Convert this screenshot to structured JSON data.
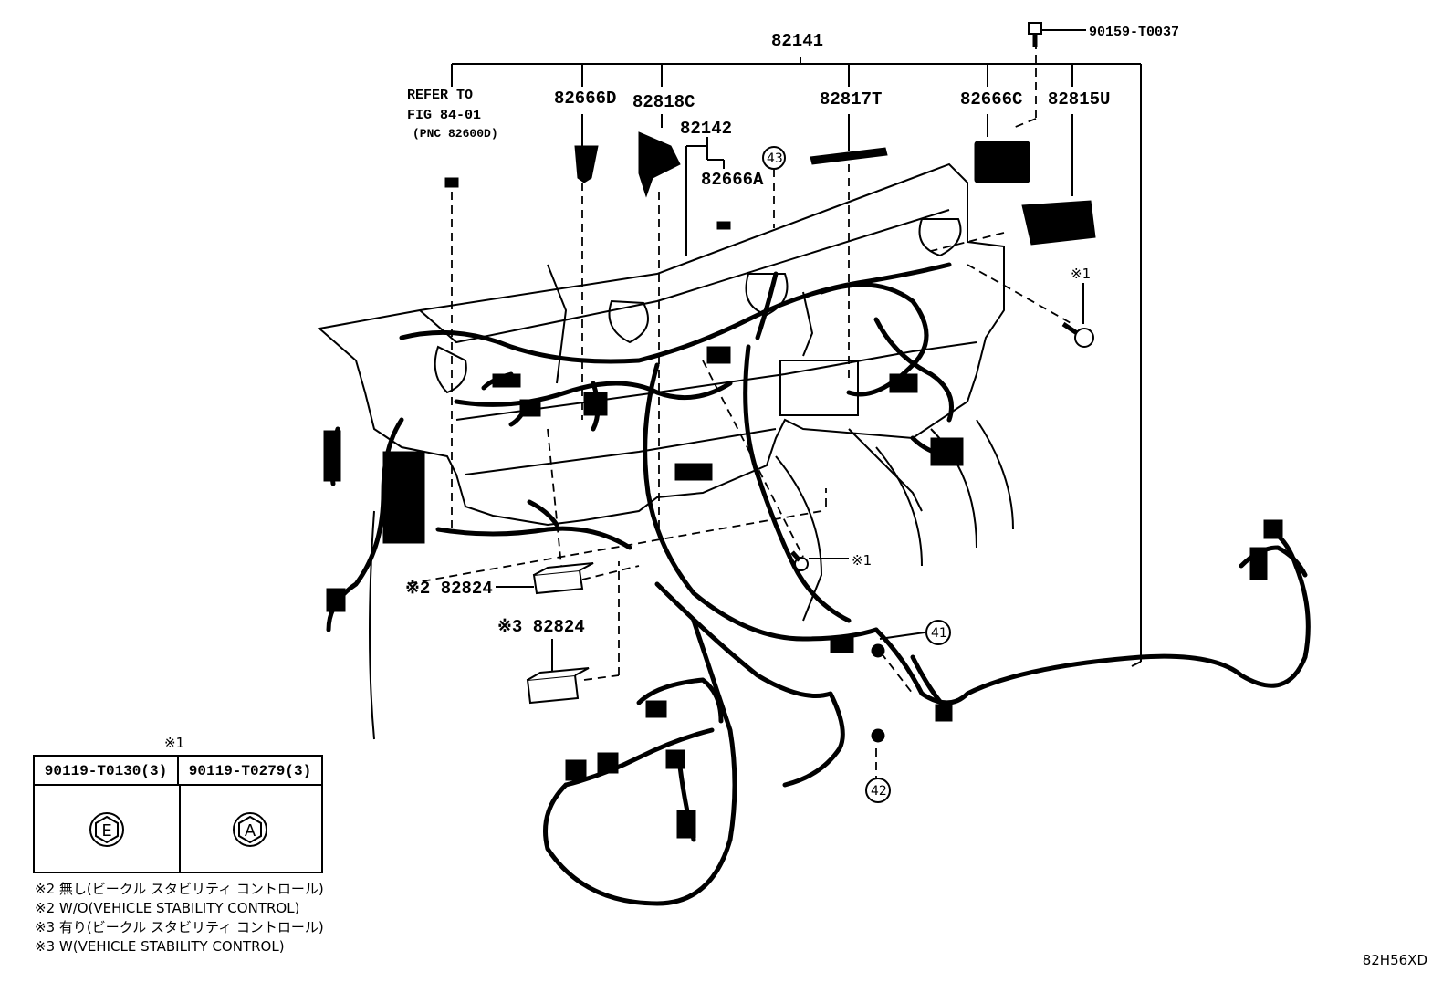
{
  "parts": {
    "assembly": "82141",
    "bolt_top": "90159-T0037",
    "refer_line1": "REFER TO",
    "refer_line2": "FIG 84-01",
    "refer_line3": "(PNC 82600D)",
    "p82666D": "82666D",
    "p82818C": "82818C",
    "p82142": "82142",
    "p82666A": "82666A",
    "p82817T": "82817T",
    "p82666C": "82666C",
    "p82815U": "82815U",
    "mark1_upper": "※1",
    "mark1_mid": "※1",
    "p82824_a": "※2 82824",
    "p82824_b": "※3 82824"
  },
  "callouts": {
    "c43": "43",
    "c41": "41",
    "c42": "42"
  },
  "legend": {
    "mark": "※1",
    "col1_part": "90119-T0130(3)",
    "col2_part": "90119-T0279(3)",
    "col1_letter": "E",
    "col2_letter": "A"
  },
  "notes": [
    "※2 無し(ビークル スタビリティ コントロール)",
    "※2 W/O(VEHICLE STABILITY CONTROL)",
    "※3 有り(ビークル スタビリティ コントロール)",
    "※3 W(VEHICLE STABILITY CONTROL)"
  ],
  "figure_code": "82H56XD"
}
